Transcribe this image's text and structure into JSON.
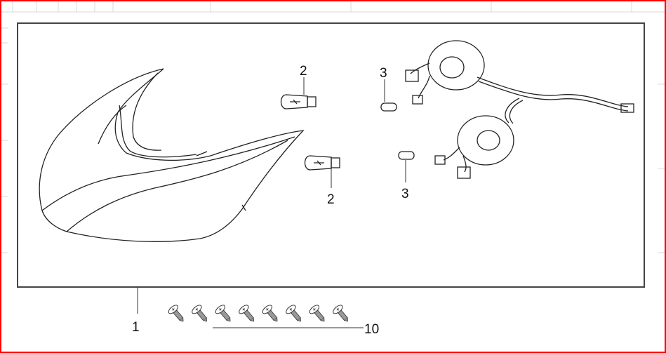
{
  "diagram": {
    "callouts": [
      {
        "id": "headlight",
        "label": "1"
      },
      {
        "id": "bulb-upper",
        "label": "2"
      },
      {
        "id": "bulb-lower",
        "label": "2"
      },
      {
        "id": "small-bulb-upper",
        "label": "3"
      },
      {
        "id": "small-bulb-lower",
        "label": "3"
      },
      {
        "id": "screws",
        "label": "10"
      }
    ],
    "screw_count": 8,
    "colors": {
      "border": "#ff0000",
      "grid": "#d8d8d8",
      "line": "#222222"
    }
  }
}
